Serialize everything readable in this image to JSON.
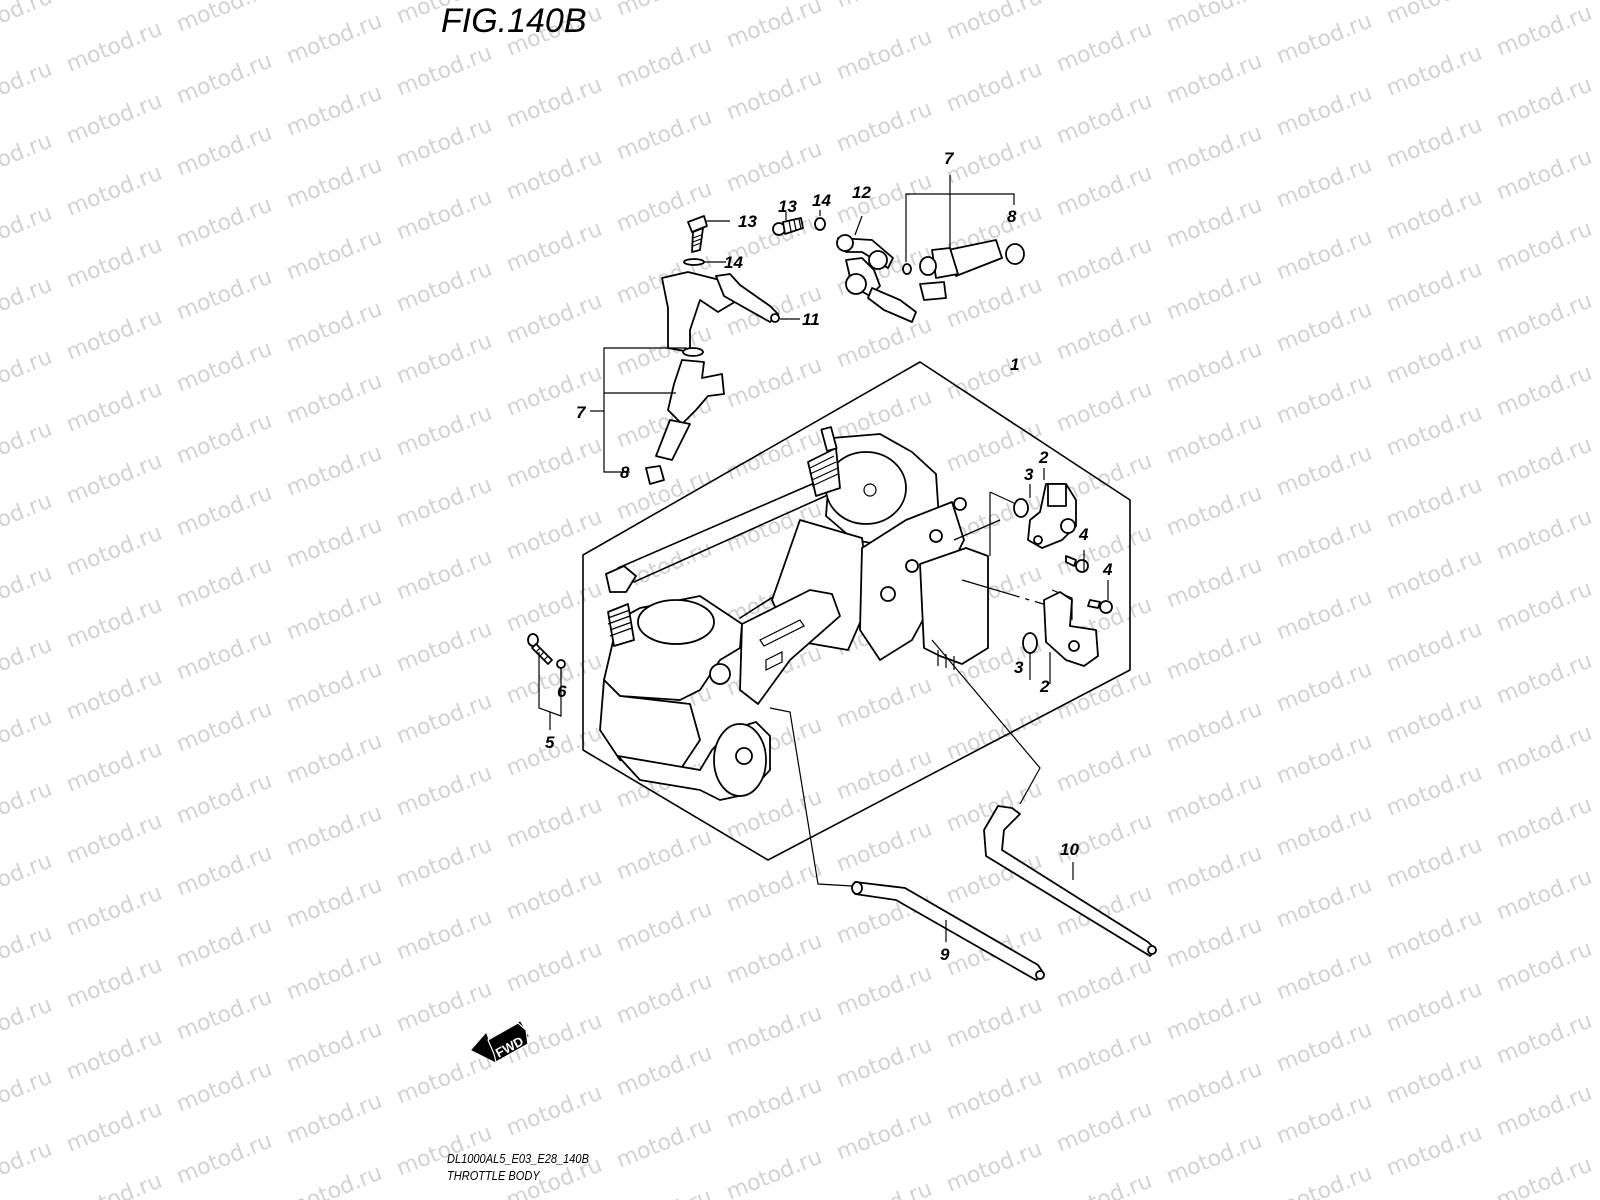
{
  "figure": {
    "title": "FIG.140B",
    "code": "DL1000AL5_E03_E28_140B",
    "name": "THROTTLE BODY",
    "watermark": "motod.ru",
    "direction_indicator": "FWD"
  },
  "callouts": [
    {
      "id": "c1",
      "number": "1",
      "part": "throttle-body-assembly"
    },
    {
      "id": "c2a",
      "number": "2",
      "part": "sensor-upper"
    },
    {
      "id": "c2b",
      "number": "2",
      "part": "sensor-lower"
    },
    {
      "id": "c3a",
      "number": "3",
      "part": "o-ring-upper"
    },
    {
      "id": "c3b",
      "number": "3",
      "part": "o-ring-lower"
    },
    {
      "id": "c4a",
      "number": "4",
      "part": "screw-upper"
    },
    {
      "id": "c4b",
      "number": "4",
      "part": "screw-lower"
    },
    {
      "id": "c5",
      "number": "5",
      "part": "screw-set"
    },
    {
      "id": "c6",
      "number": "6",
      "part": "washer"
    },
    {
      "id": "c7a",
      "number": "7",
      "part": "fuel-injector-left"
    },
    {
      "id": "c7b",
      "number": "7",
      "part": "fuel-injector-right"
    },
    {
      "id": "c8a",
      "number": "8",
      "part": "cushion-left"
    },
    {
      "id": "c8b",
      "number": "8",
      "part": "cushion-right"
    },
    {
      "id": "c9",
      "number": "9",
      "part": "hose-left"
    },
    {
      "id": "c10",
      "number": "10",
      "part": "hose-right"
    },
    {
      "id": "c11",
      "number": "11",
      "part": "fuel-delivery-pipe"
    },
    {
      "id": "c12",
      "number": "12",
      "part": "fuel-delivery-pipe-joint"
    },
    {
      "id": "c13a",
      "number": "13",
      "part": "bolt-left"
    },
    {
      "id": "c13b",
      "number": "13",
      "part": "bolt-right"
    },
    {
      "id": "c14a",
      "number": "14",
      "part": "o-ring-left"
    },
    {
      "id": "c14b",
      "number": "14",
      "part": "o-ring-right"
    }
  ]
}
